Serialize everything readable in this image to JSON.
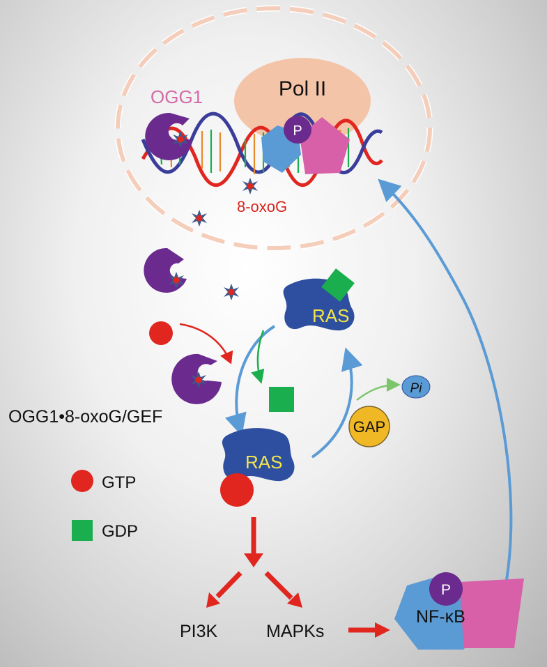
{
  "labels": {
    "ogg1": "OGG1",
    "pol2": "Pol II",
    "phospho_top": "P",
    "oxog": "8-oxoG",
    "ras_top": "RAS",
    "ras_bottom": "RAS",
    "pi": "Pi",
    "gap": "GAP",
    "complex": "OGG1•8-oxoG/GEF",
    "gtp_legend": "GTP",
    "gdp_legend": "GDP",
    "pi3k": "PI3K",
    "mapks": "MAPKs",
    "phospho_nfkb": "P",
    "nfkb": "NF-κB"
  },
  "colors": {
    "ogg1_purple": "#6a2a8e",
    "ogg1_label": "#d46aa8",
    "pol2_fill": "#f4c4a8",
    "ras_blue": "#2e4fa0",
    "ras_text": "#f2e64a",
    "gtp_red": "#e0261f",
    "gdp_green": "#1aae4e",
    "gap_yellow": "#f0b824",
    "pi_blue": "#5b9bd5",
    "arrow_blue": "#5b9bd5",
    "arrow_red": "#e0261f",
    "arrow_green": "#1aae4e",
    "oxog_text": "#d6251f",
    "hex_blue": "#5b9bd5",
    "pink": "#d860a8"
  }
}
